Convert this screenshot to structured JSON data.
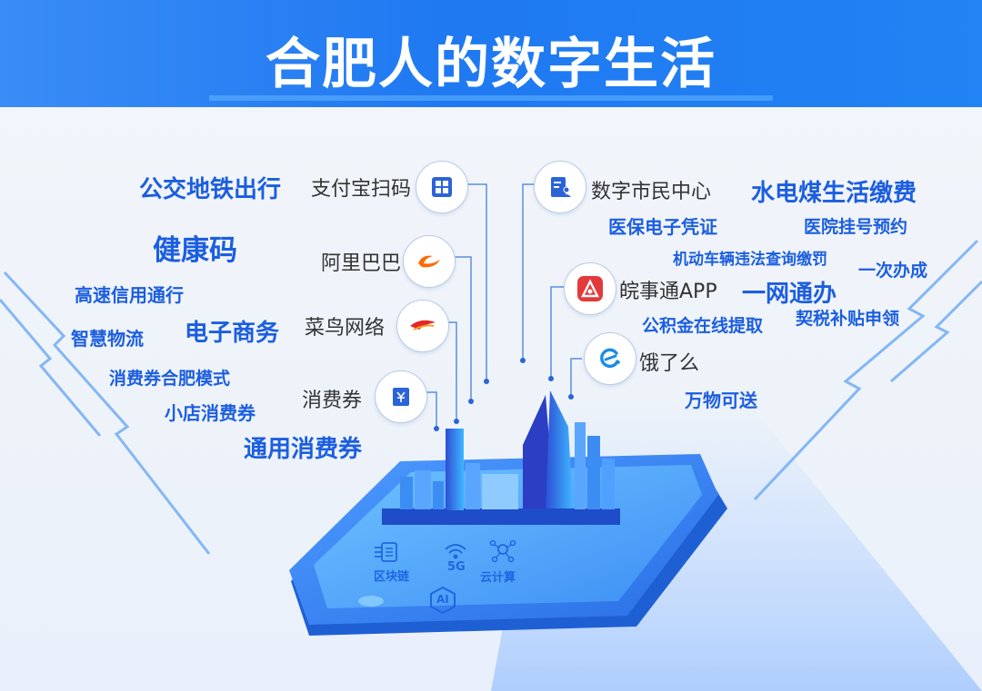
{
  "title": "合肥人的数字生活",
  "left_services": {
    "bus": "公交地铁出行",
    "health_code": "健康码",
    "highway": "高速信用通行",
    "logistics": "智慧物流",
    "ecommerce": "电子商务",
    "voucher_hefei": "消费券合肥模式",
    "shop_voucher": "小店消费券",
    "general_voucher": "通用消费券"
  },
  "left_apps": {
    "alipay": "支付宝扫码",
    "alibaba": "阿里巴巴",
    "cainiao": "菜鸟网络",
    "voucher": "消费券"
  },
  "right_apps": {
    "citizen_center": "数字市民中心",
    "wanshitong": "皖事通APP",
    "eleme": "饿了么"
  },
  "right_services": {
    "utilities": "水电煤生活缴费",
    "medical_insurance": "医保电子凭证",
    "hospital": "医院挂号预约",
    "traffic": "机动车辆违法查询缴罚",
    "one_time": "一次办成",
    "one_network": "一网通办",
    "provident_fund": "公积金在线提取",
    "tax": "契税补贴申领",
    "delivery": "万物可送"
  },
  "tech": {
    "blockchain": "区块链",
    "fiveg": "5G",
    "cloud": "云计算",
    "ai": "AI"
  },
  "colors": {
    "accent": "#1c5ee0",
    "header": "#1f79f1"
  }
}
